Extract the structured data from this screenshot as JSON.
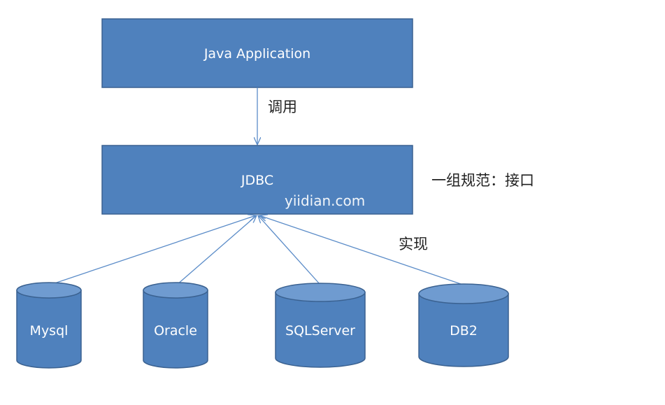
{
  "colors": {
    "box_fill": "#4f81bd",
    "box_stroke": "#3a6190",
    "db_top": "#6f9bd0",
    "arrow": "#5b8cc8"
  },
  "boxes": {
    "app": "Java Application",
    "jdbc": "JDBC"
  },
  "labels": {
    "call": "调用",
    "spec": "一组规范：接口",
    "implement": "实现"
  },
  "databases": [
    "Mysql",
    "Oracle",
    "SQLServer",
    "DB2"
  ],
  "watermark": "yiidian.com"
}
